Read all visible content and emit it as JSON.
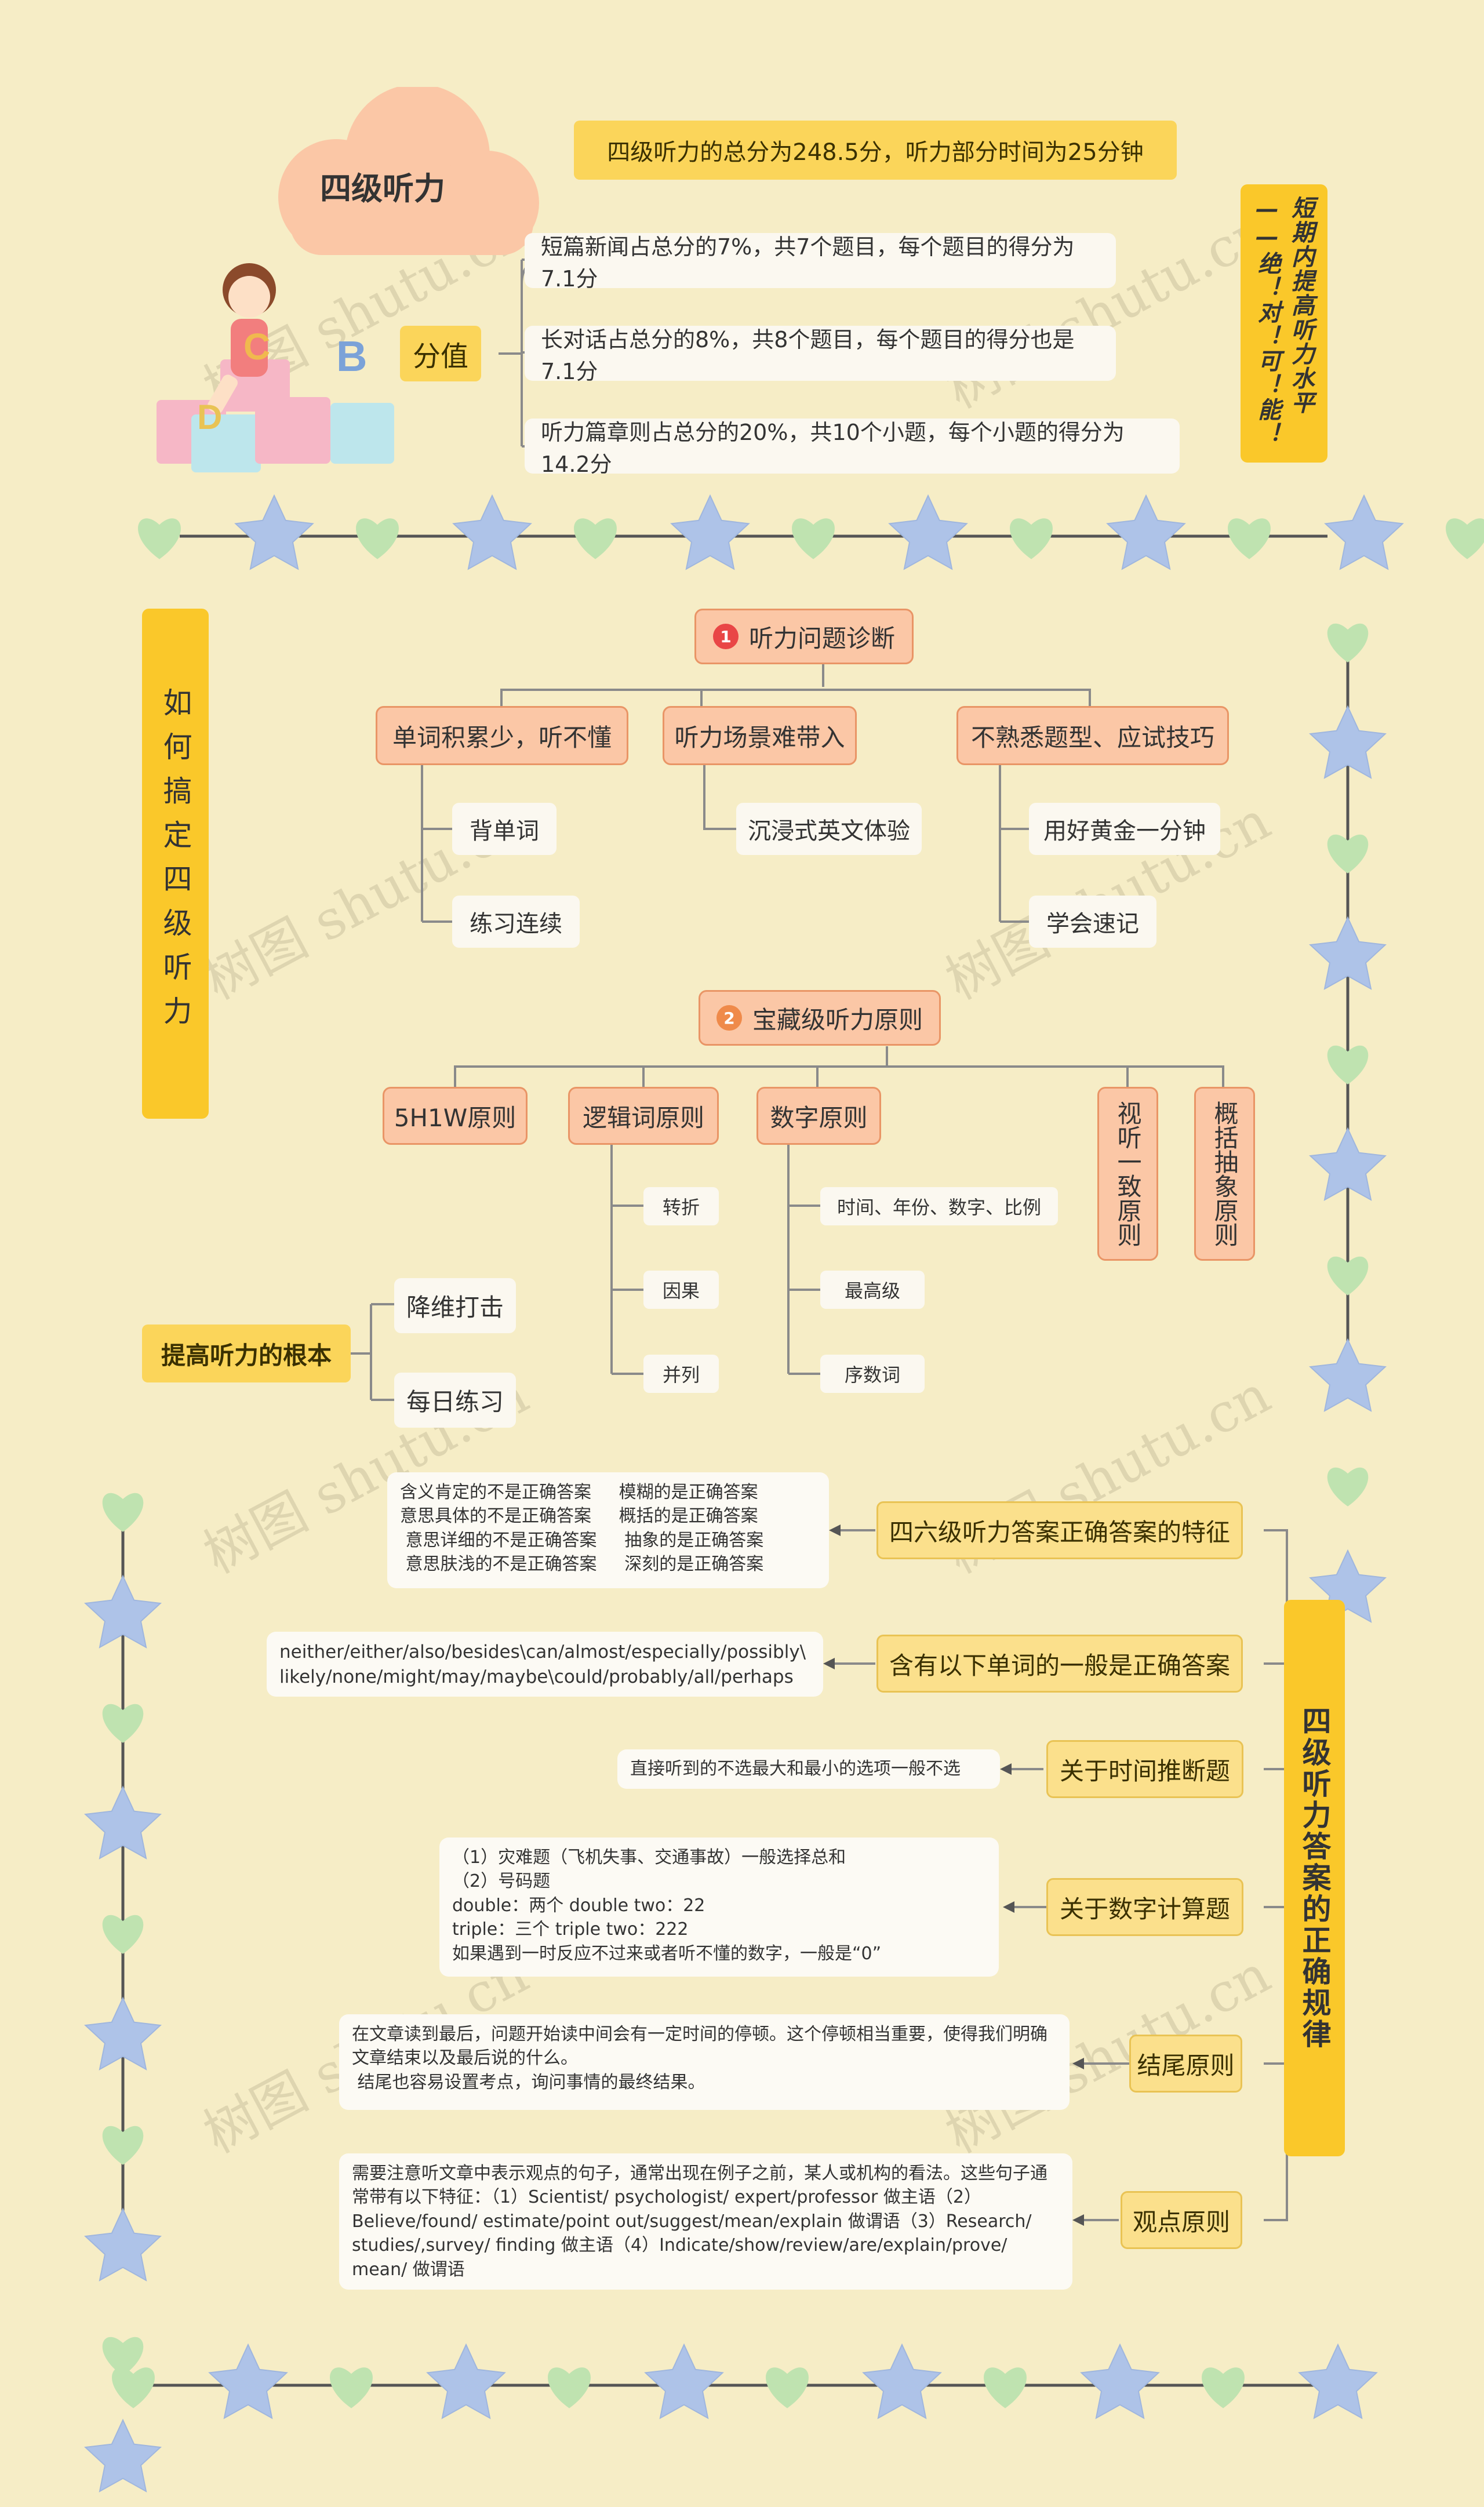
{
  "title": "四级听力",
  "watermark": "树图 shutu.cn",
  "header": {
    "total_note": "四级听力的总分为248.5分，听力部分时间为25分钟",
    "vertical_slogan": "短期内提高听力水平——绝！对！可！能！",
    "score_label": "分值",
    "score_items": [
      "短篇新闻占总分的7%，共7个题目，每个题目的得分为7.1分",
      "长对话占总分的8%，共8个题目，每个题目的得分也是7.1分",
      "听力篇章则占总分的20%，共10个小题，每个小题的得分为14.2分"
    ]
  },
  "section2": {
    "side_label": "如何搞定四级听力",
    "diag": {
      "number": "1",
      "root": "听力问题诊断",
      "branches": [
        {
          "label": "单词积累少，听不懂",
          "children": [
            "背单词",
            "练习连续"
          ]
        },
        {
          "label": "听力场景难带入",
          "children": [
            "沉浸式英文体验"
          ]
        },
        {
          "label": "不熟悉题型、应试技巧",
          "children": [
            "用好黄金一分钟",
            "学会速记"
          ]
        }
      ]
    },
    "principles": {
      "number": "2",
      "root": "宝藏级听力原则",
      "branches": [
        {
          "label": "5H1W原则",
          "children": []
        },
        {
          "label": "逻辑词原则",
          "children": [
            "转折",
            "因果",
            "并列"
          ]
        },
        {
          "label": "数字原则",
          "children": [
            "时间、年份、数字、比例",
            "最高级",
            "序数词"
          ]
        },
        {
          "label": "视听一致原则",
          "children": []
        },
        {
          "label": "概括抽象原则",
          "children": []
        }
      ]
    },
    "fundamental": {
      "label": "提高听力的根本",
      "children": [
        "降维打击",
        "每日练习"
      ]
    }
  },
  "section3": {
    "side_label": "四级听力答案的正确规律",
    "rules": [
      {
        "label": "四六级听力答案正确答案的特征",
        "note": "含义肯定的不是正确答案     模糊的是正确答案\n意思具体的不是正确答案     概括的是正确答案\n 意思详细的不是正确答案     抽象的是正确答案\n 意思肤浅的不是正确答案     深刻的是正确答案"
      },
      {
        "label": "含有以下单词的一般是正确答案",
        "note": "neither/either/also/besides\\can/almost/especially/possibly\\\nlikely/none/might/may/maybe\\could/probably/all/perhaps"
      },
      {
        "label": "关于时间推断题",
        "note": "直接听到的不选最大和最小的选项一般不选"
      },
      {
        "label": "关于数字计算题",
        "note": "（1）灾难题（飞机失事、交通事故）一般选择总和\n（2）号码题\ndouble：两个 double two：22\ntriple：三个 triple two：222\n如果遇到一时反应不过来或者听不懂的数字，一般是“0”"
      },
      {
        "label": "结尾原则",
        "note": "在文章读到最后，问题开始读中间会有一定时间的停顿。这个停顿相当重要，使得我们明确文章结束以及最后说的什么。\n 结尾也容易设置考点，询问事情的最终结果。"
      },
      {
        "label": "观点原则",
        "note": "需要注意听文章中表示观点的句子，通常出现在例子之前，某人或机构的看法。这些句子通常带有以下特征：（1）Scientist/ psychologist/ expert/professor 做主语（2）Believe/found/ estimate/point out/suggest/mean/explain 做谓语（3）Research/ studies/,survey/ finding 做主语（4）Indicate/show/review/are/explain/prove/ mean/ 做谓语"
      }
    ]
  },
  "colors": {
    "background": "#f6edc6",
    "heart": "#bfe3b0",
    "star": "#aec3e8",
    "accent_yellow": "#fac82a",
    "peach": "#fbc7a6"
  }
}
